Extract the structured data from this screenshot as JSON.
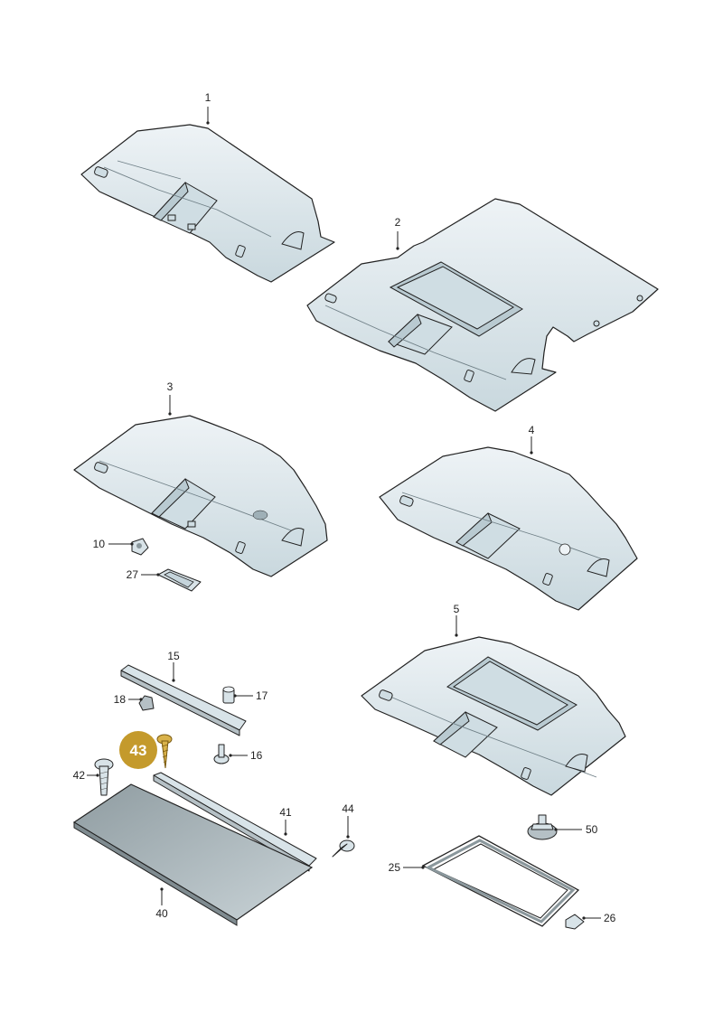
{
  "callouts": {
    "c1": "1",
    "c2": "2",
    "c3": "3",
    "c4": "4",
    "c5": "5",
    "c10": "10",
    "c15": "15",
    "c16": "16",
    "c17": "17",
    "c18": "18",
    "c25": "25",
    "c26": "26",
    "c27": "27",
    "c40": "40",
    "c41": "41",
    "c42": "42",
    "c43": "43",
    "c44": "44",
    "c50": "50"
  },
  "highlight": {
    "label": "43",
    "color": "#c49a2c"
  },
  "colors": {
    "part_fill": "#dfe9ee",
    "part_shade": "#c5d4db",
    "line": "#222222"
  }
}
